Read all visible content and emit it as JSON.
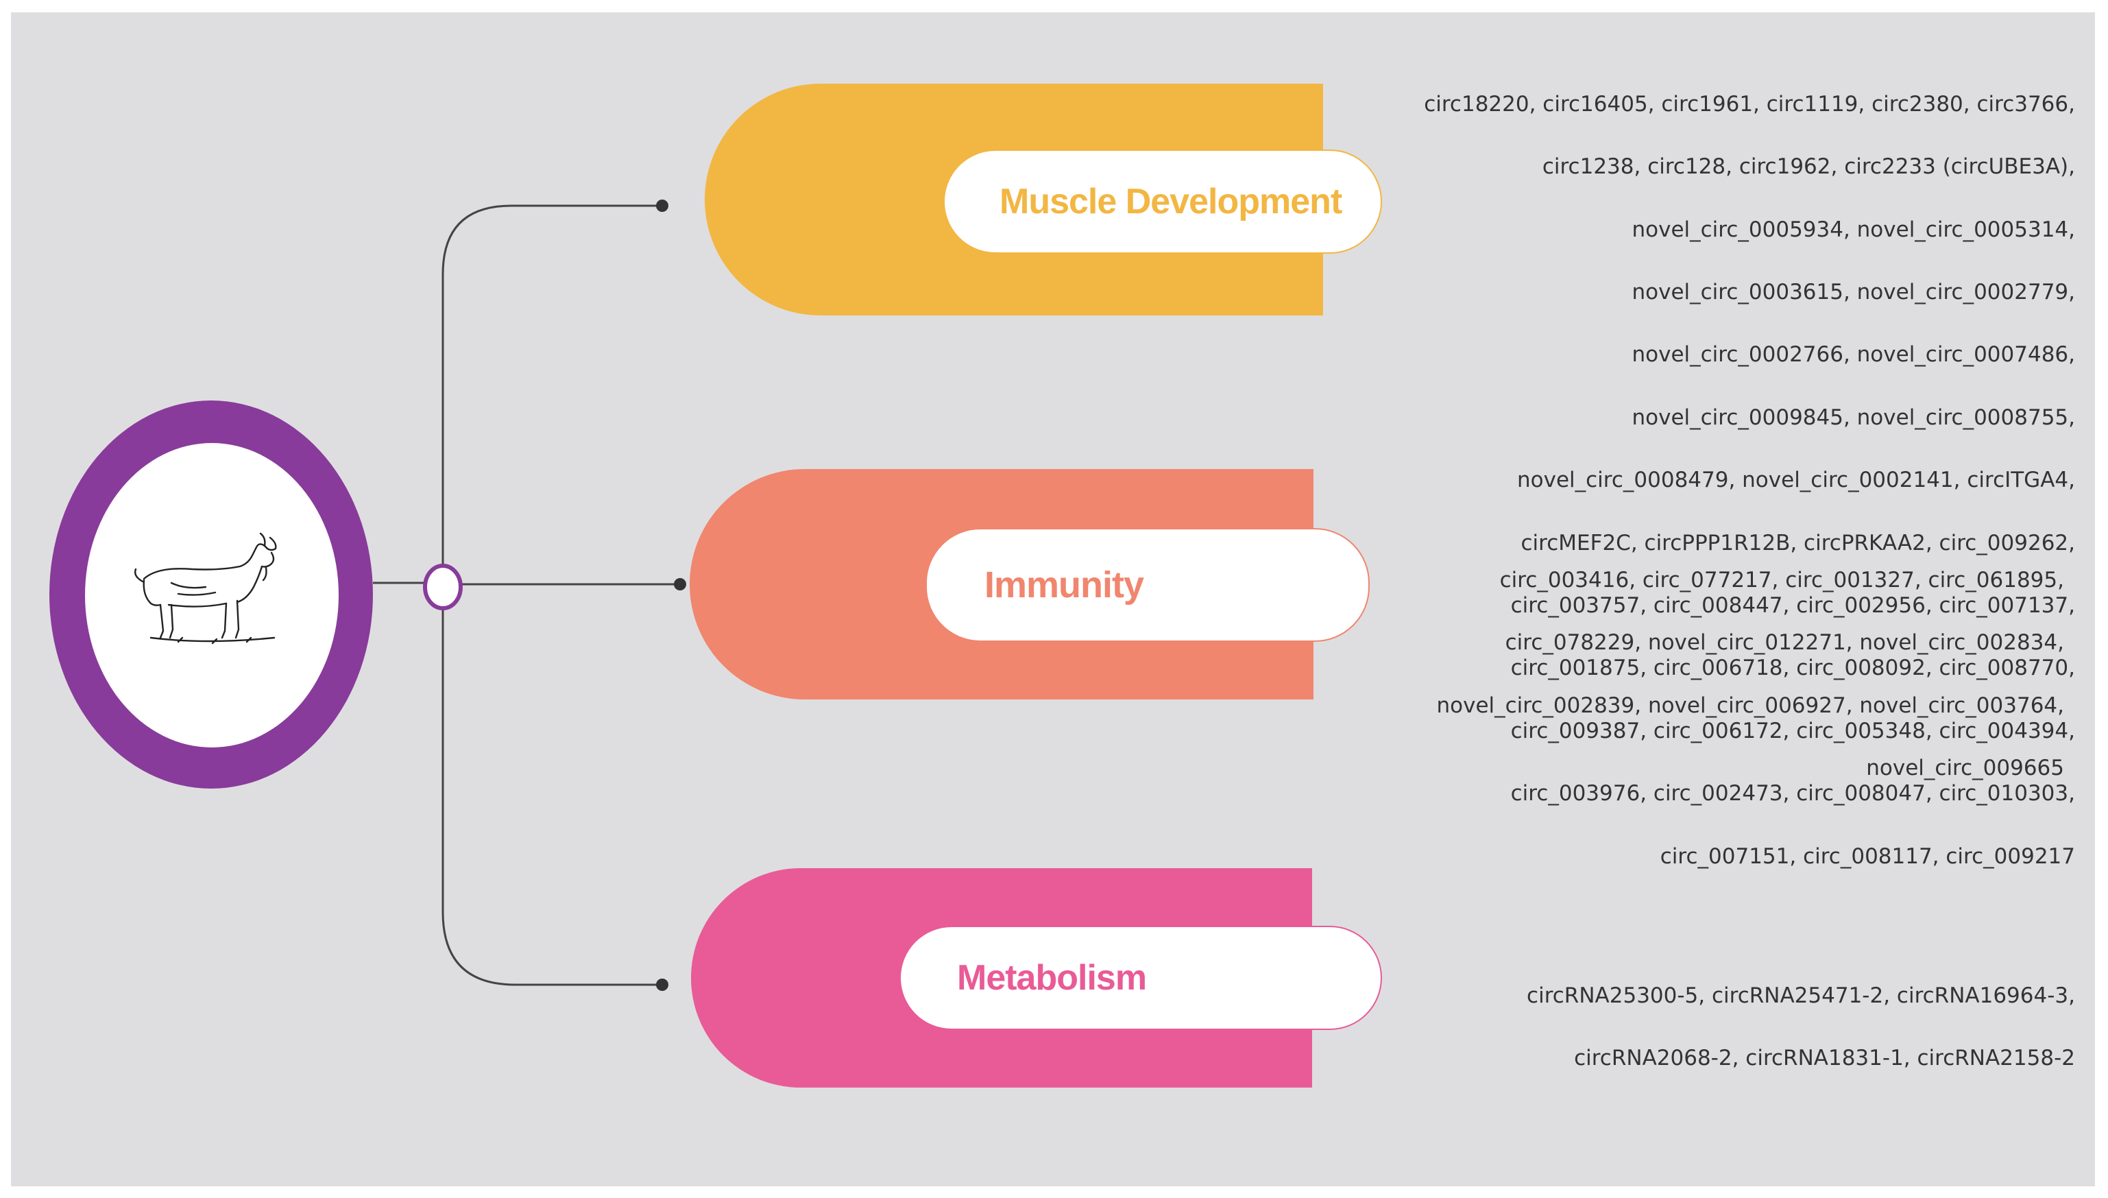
{
  "categories": {
    "muscle": {
      "label": "Muscle Development",
      "color": "#f2b642",
      "genes": [
        "circ18220, circ16405, circ1961, circ1119, circ2380, circ3766,",
        "circ1238, circ128, circ1962, circ2233 (circUBE3A),",
        "novel_circ_0005934, novel_circ_0005314,",
        "novel_circ_0003615, novel_circ_0002779,",
        "novel_circ_0002766, novel_circ_0007486,",
        "novel_circ_0009845, novel_circ_0008755,",
        "novel_circ_0008479, novel_circ_0002141, circITGA4,",
        "circMEF2C, circPPP1R12B, circPRKAA2, circ_009262,",
        "circ_003757, circ_008447, circ_002956, circ_007137,",
        "circ_001875, circ_006718, circ_008092, circ_008770,",
        "circ_009387, circ_006172, circ_005348, circ_004394,",
        "circ_003976, circ_002473, circ_008047, circ_010303,",
        "circ_007151, circ_008117, circ_009217"
      ]
    },
    "immunity": {
      "label": "Immunity",
      "color": "#f0866e",
      "genes": [
        "circ_003416, circ_077217, circ_001327, circ_061895,",
        "circ_078229, novel_circ_012271, novel_circ_002834,",
        "novel_circ_002839, novel_circ_006927, novel_circ_003764,",
        "novel_circ_009665"
      ]
    },
    "metabolism": {
      "label": "Metabolism",
      "color": "#e95b96",
      "genes": [
        "circRNA25300-5, circRNA25471-2, circRNA16964-3,",
        "circRNA2068-2, circRNA1831-1, circRNA2158-2"
      ]
    }
  },
  "hub": {
    "icon": "goat-icon",
    "ring_color": "#883b9a"
  }
}
